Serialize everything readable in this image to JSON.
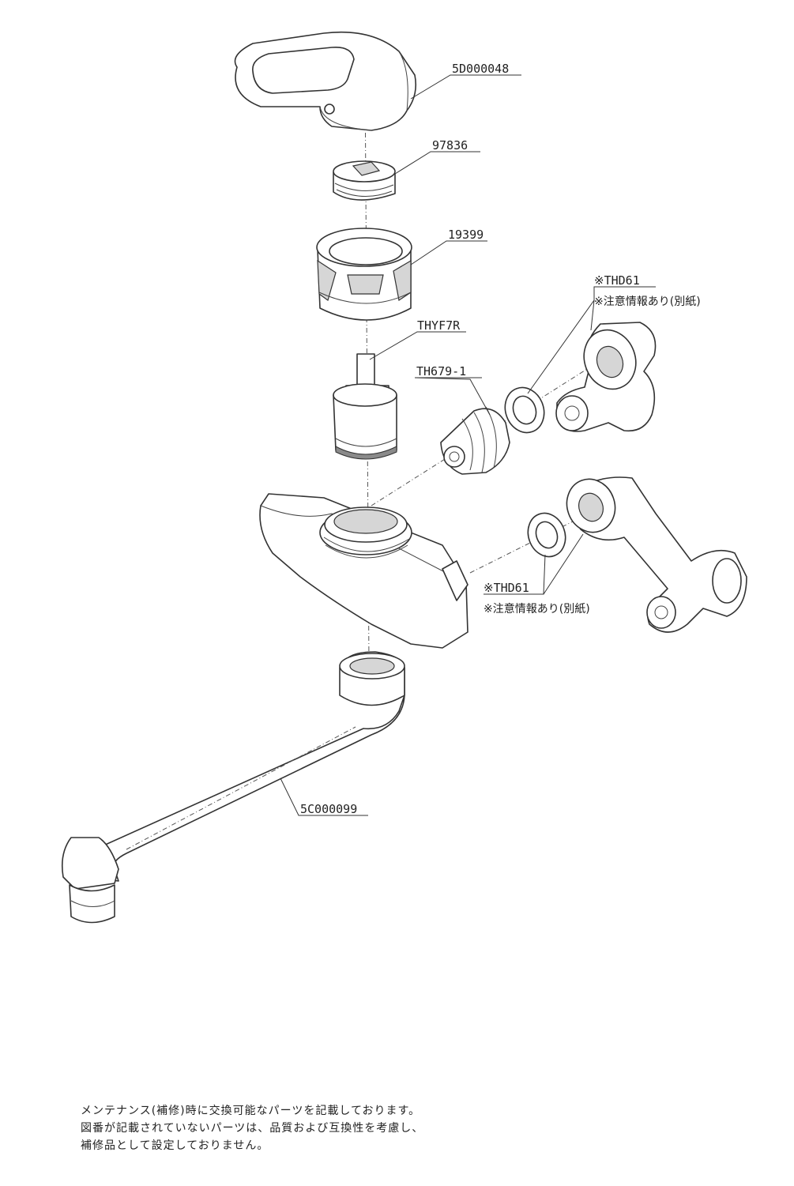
{
  "diagram": {
    "parts": [
      {
        "id": "handle",
        "label": "5D000048"
      },
      {
        "id": "cap",
        "label": "97836"
      },
      {
        "id": "cover",
        "label": "19399"
      },
      {
        "id": "cartridge",
        "label": "THYF7R"
      },
      {
        "id": "check-valve",
        "label": "TH679-1"
      },
      {
        "id": "gasket-upper",
        "label": "※THD61",
        "note": "※注意情報あり(別紙)"
      },
      {
        "id": "gasket-lower",
        "label": "※THD61",
        "note": "※注意情報あり(別紙)"
      },
      {
        "id": "spout",
        "label": "5C000099"
      }
    ],
    "footnote": [
      "メンテナンス(補修)時に交換可能なパーツを記載しております。",
      "図番が記載されていないパーツは、品質および互換性を考慮し、",
      "補修品として設定しておりません。"
    ]
  }
}
